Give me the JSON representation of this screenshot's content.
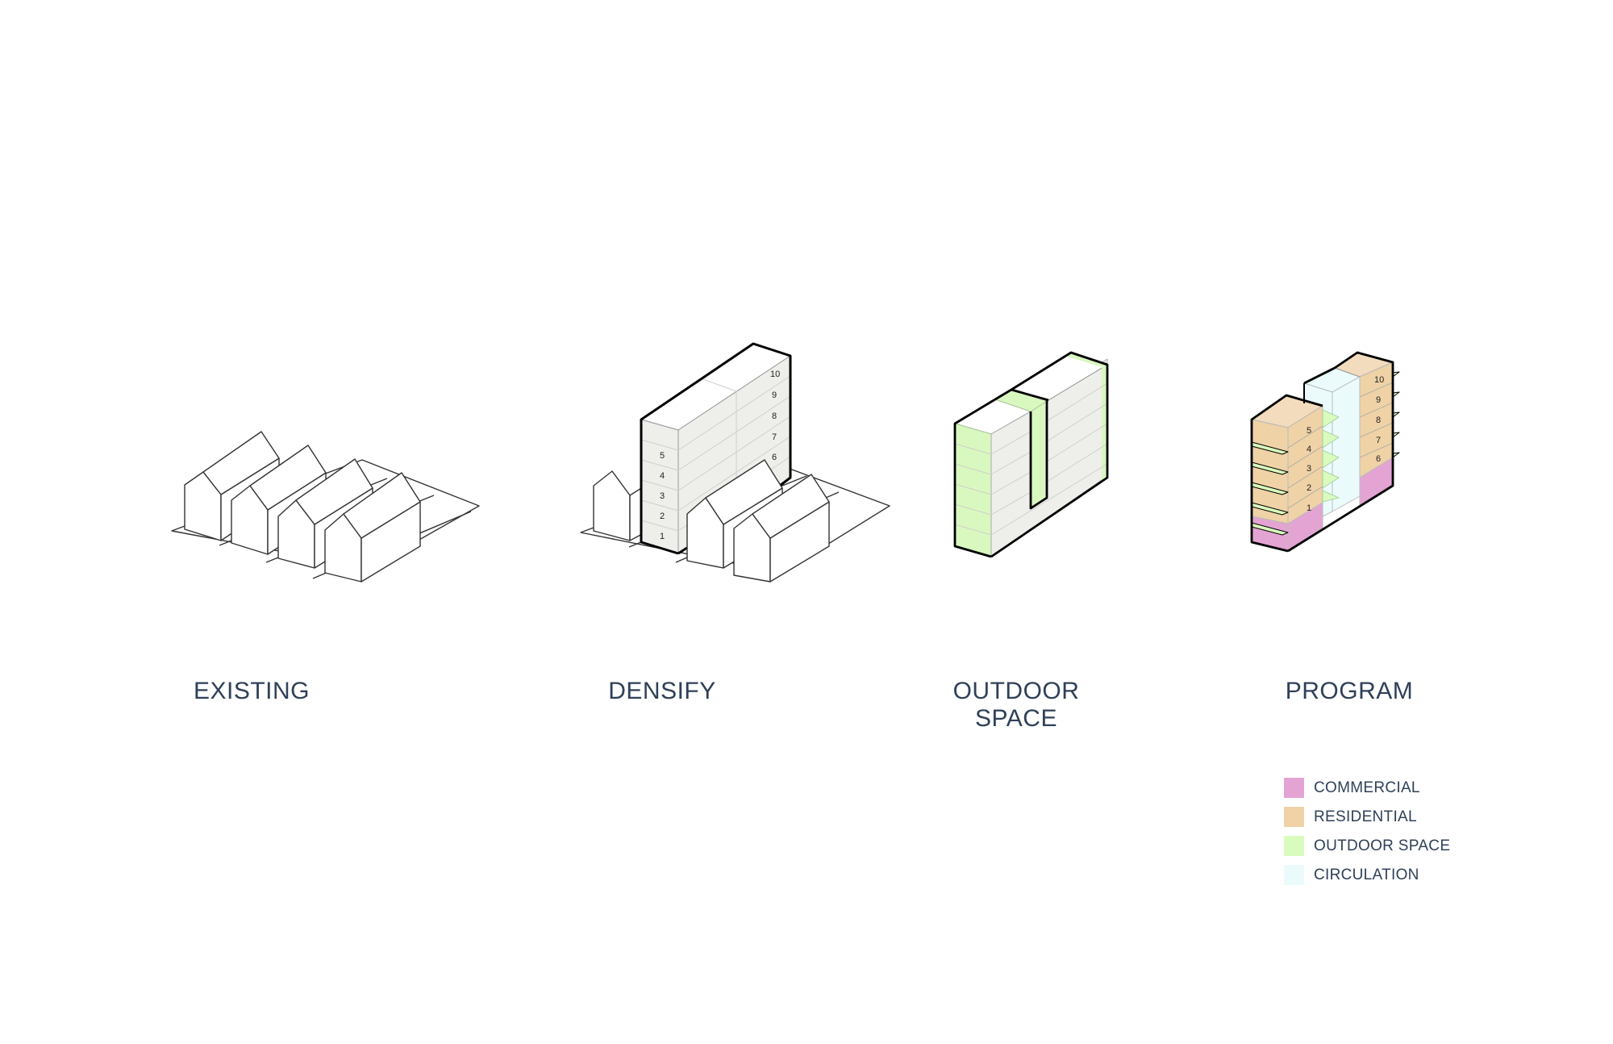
{
  "stages": [
    {
      "id": "existing",
      "label": "EXISTING"
    },
    {
      "id": "densify",
      "label": "DENSIFY",
      "floor_numbers": [
        "1",
        "2",
        "3",
        "4",
        "5",
        "6",
        "7",
        "8",
        "9",
        "10"
      ]
    },
    {
      "id": "outdoor-space",
      "label_line1": "OUTDOOR",
      "label_line2": "SPACE"
    },
    {
      "id": "program",
      "label": "PROGRAM",
      "floor_numbers": [
        "1",
        "2",
        "3",
        "4",
        "5",
        "6",
        "7",
        "8",
        "9",
        "10"
      ]
    }
  ],
  "legend": [
    {
      "label": "COMMERCIAL",
      "color": "#e4a4d3"
    },
    {
      "label": "RESIDENTIAL",
      "color": "#efd2a5"
    },
    {
      "label": "OUTDOOR SPACE",
      "color": "#d9fbbd"
    },
    {
      "label": "CIRCULATION",
      "color": "#ebfbfc"
    }
  ],
  "colors": {
    "text": "#2f4058",
    "massing_face": "#eeeeeb",
    "line": "#222222"
  }
}
